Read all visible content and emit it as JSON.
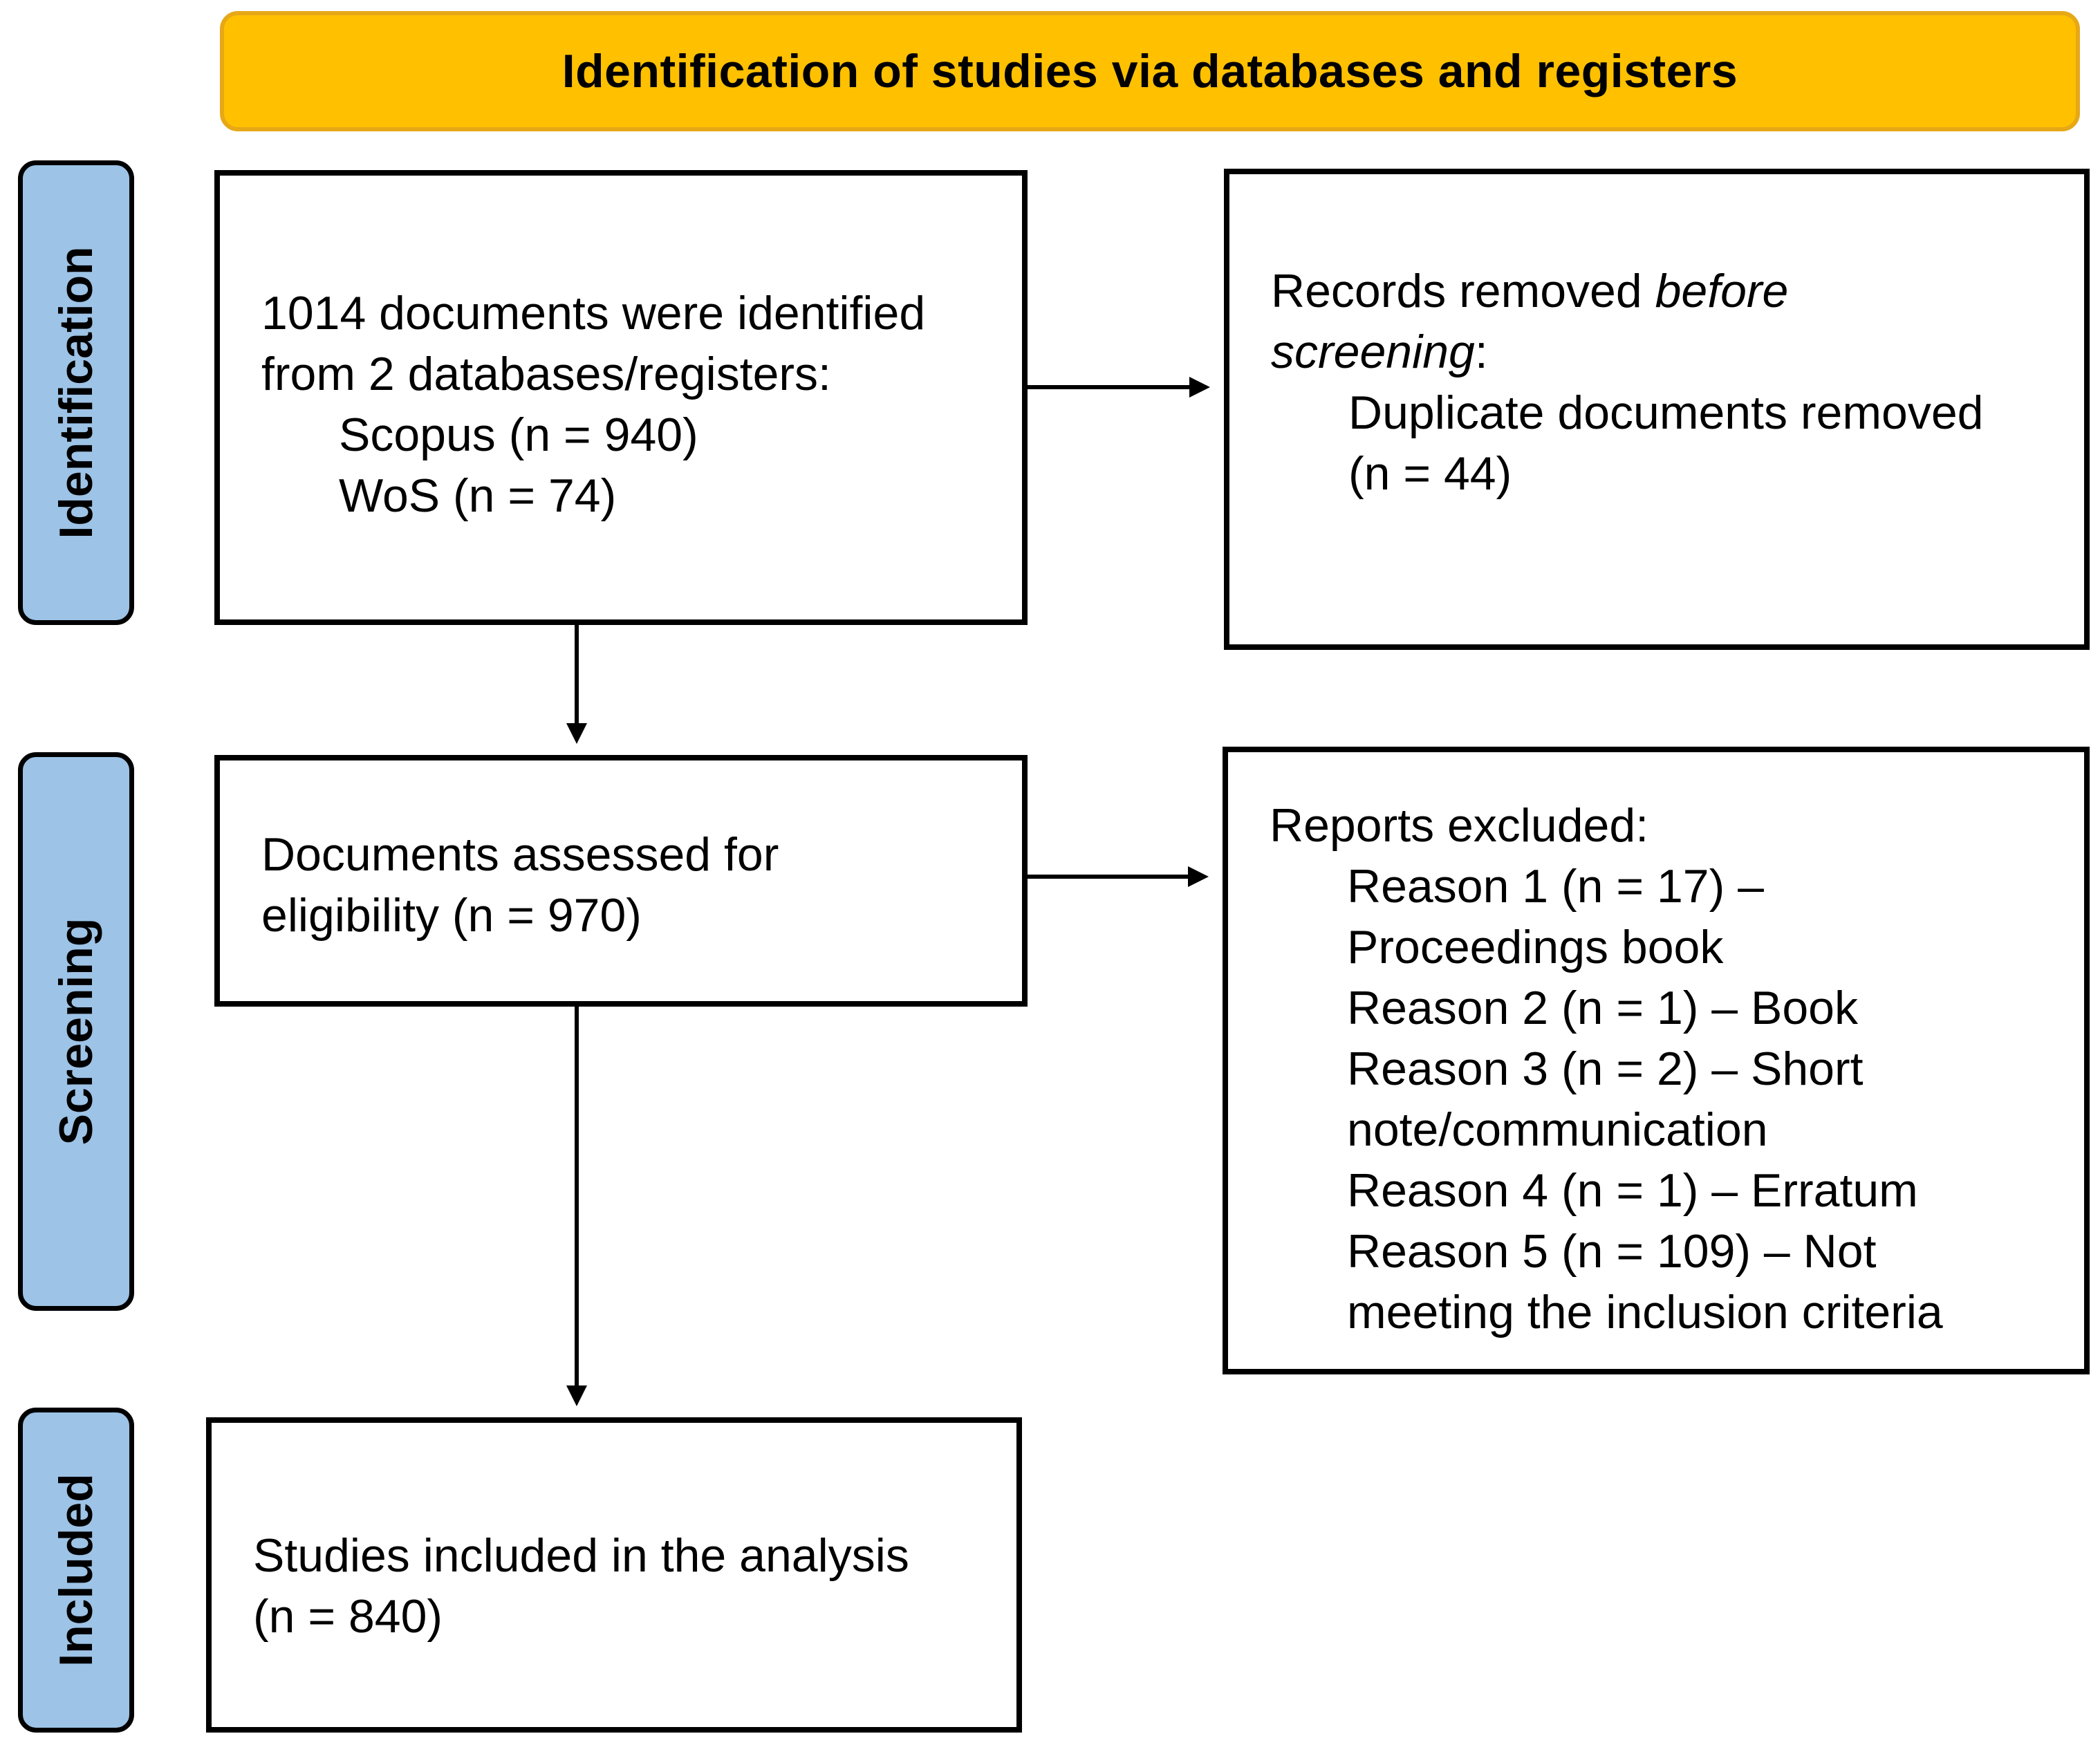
{
  "header": {
    "title": "Identification of studies via databases and registers"
  },
  "phases": {
    "identification": "Identification",
    "screening": "Screening",
    "included": "Included"
  },
  "identified_box": {
    "line1": "1014 documents were identified",
    "line2": "from 2 databases/registers:",
    "line3": "Scopus (n = 940)",
    "line4": "WoS (n = 74)"
  },
  "removed_box": {
    "line1_plain": "Records removed ",
    "line1_italic": "before",
    "line2_italic": "screening",
    "line2_plain": ":",
    "line3": "Duplicate documents removed",
    "line4": "(n = 44)"
  },
  "assessed_box": {
    "line1": "Documents assessed for",
    "line2": "eligibility (n = 970)"
  },
  "excluded_box": {
    "line1": "Reports excluded:",
    "line2": "Reason 1 (n = 17) –",
    "line3": "Proceedings book",
    "line4": "Reason 2 (n = 1) – Book",
    "line5": "Reason 3 (n = 2) – Short",
    "line6": "note/communication",
    "line7": "Reason 4 (n = 1) – Erratum",
    "line8": "Reason 5 (n = 109) – Not",
    "line9": "meeting the inclusion criteria"
  },
  "included_box": {
    "line1": "Studies included in the analysis",
    "line2": "(n = 840)"
  },
  "colors": {
    "header_fill": "#ffc000",
    "header_border": "#e6a817",
    "phase_fill": "#9dc3e6",
    "box_border": "#000000"
  }
}
